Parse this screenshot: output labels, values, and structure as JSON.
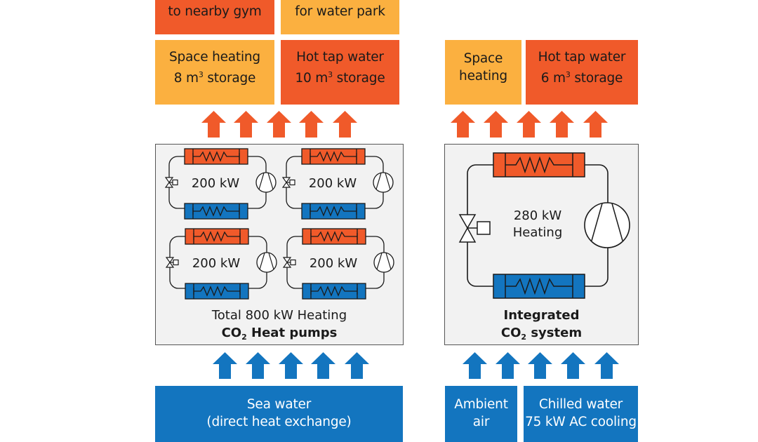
{
  "left_system": {
    "outputs_top_row": [
      {
        "line2": "to nearby gym",
        "color": "orange"
      },
      {
        "line2": "for water park",
        "color": "yellow"
      }
    ],
    "outputs": [
      {
        "line1": "Space heating",
        "line2_pre": "8 m",
        "line2_sup": "3",
        "line2_post": " storage",
        "color": "yellow"
      },
      {
        "line1": "Hot tap water",
        "line2_pre": "10 m",
        "line2_sup": "3",
        "line2_post": " storage",
        "color": "orange"
      }
    ],
    "units": [
      {
        "capacity": "200 kW"
      },
      {
        "capacity": "200 kW"
      },
      {
        "capacity": "200 kW"
      },
      {
        "capacity": "200 kW"
      }
    ],
    "total_label": "Total 800 kW Heating",
    "system_label_pre": "CO",
    "system_label_sub": "2",
    "system_label_post": " Heat pumps",
    "source": {
      "line1": "Sea water",
      "line2": "(direct heat exchange)"
    }
  },
  "right_system": {
    "outputs": [
      {
        "line1": "Space",
        "line2": "heating",
        "color": "yellow"
      },
      {
        "line1": "Hot tap water",
        "line2_pre": "6 m",
        "line2_sup": "3",
        "line2_post": " storage",
        "color": "orange"
      }
    ],
    "unit": {
      "capacity": "280 kW",
      "label": "Heating"
    },
    "system_label_line1": "Integrated",
    "system_label_pre": "CO",
    "system_label_sub": "2",
    "system_label_post": " system",
    "sources": [
      {
        "line1": "Ambient",
        "line2": "air"
      },
      {
        "line1": "Chilled water",
        "line2": "75 kW AC cooling"
      }
    ]
  },
  "colors": {
    "hot": "#f05a2a",
    "warm": "#fbb040",
    "cold": "#1375bf",
    "panel": "#f2f2f2"
  }
}
